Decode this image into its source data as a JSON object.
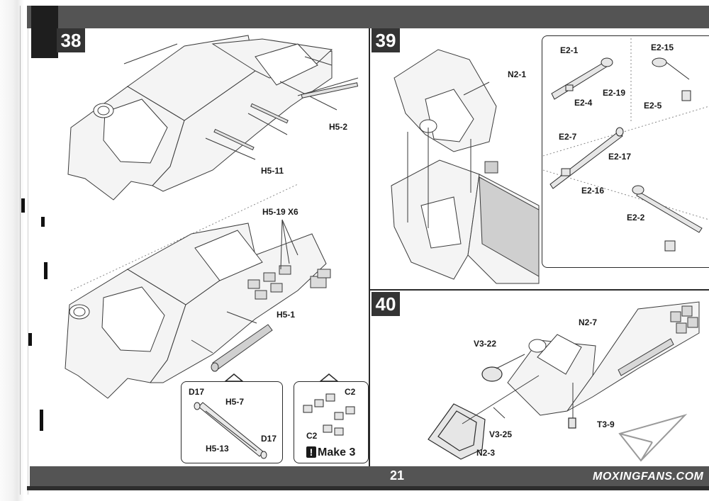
{
  "page_number": "21",
  "steps": [
    {
      "number": "38",
      "labels": [
        "H5-2",
        "H5-11",
        "H5-19 X6",
        "H5-1",
        "D17",
        "H5-7",
        "H5-13",
        "D17",
        "C2",
        "C2"
      ],
      "make_note": "Make 3"
    },
    {
      "number": "39",
      "labels": [
        "N2-1",
        "E2-1",
        "E2-19",
        "E2-4",
        "E2-15",
        "E2-5",
        "E2-7",
        "E2-17",
        "E2-16",
        "E2-2"
      ]
    },
    {
      "number": "40",
      "labels": [
        "N2-7",
        "V3-22",
        "V3-25",
        "N2-3",
        "T3-9"
      ]
    }
  ],
  "watermark": "MOXINGFANS.COM",
  "icons": {
    "warning": "exclamation-warning-icon",
    "logo": "paper-plane-logo-icon"
  },
  "colors": {
    "bar": "#545454",
    "step_box": "#343434"
  }
}
